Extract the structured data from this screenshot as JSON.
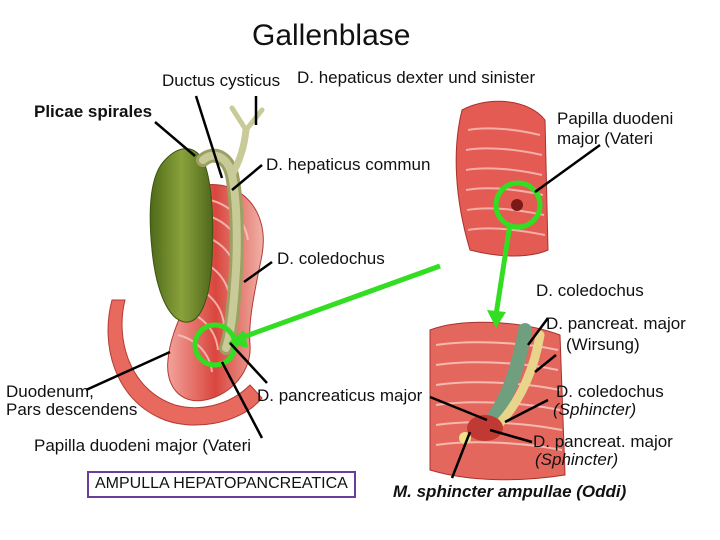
{
  "title": "Gallenblase",
  "labels": {
    "ductus_cysticus": "Ductus cysticus",
    "hepaticus_dexter_sinister": "D. hepaticus dexter und sinister",
    "plicae_spirales": "Plicae spirales",
    "papilla_top_line1": "Papilla duodeni",
    "papilla_top_line2": "major (Vateri",
    "hepaticus_commun": "D. hepaticus commun",
    "coledochus_left": "D. coledochus",
    "coledochus_right": "D. coledochus",
    "pancreat_major_line1": "D. pancreat. major",
    "pancreat_major_line2": "(Wirsung)",
    "duodenum_line1": "Duodenum,",
    "duodenum_line2": "Pars descendens",
    "pancreaticus_major": "D. pancreaticus major",
    "coledochus_sphincter_line1": "D. coledochus",
    "coledochus_sphincter_line2": "(Sphincter)",
    "papilla_bottom": "Papilla duodeni major (Vateri",
    "pancreat_sphincter_line1": "D. pancreat. major",
    "pancreat_sphincter_line2": "(Sphincter)",
    "ampulla": "AMPULLA HEPATOPANCREATICA",
    "oddi": "M. sphincter ampullae (Oddi)"
  },
  "colors": {
    "highlight": "#33dd22",
    "tissue": "#d9463e",
    "gallbladder": "#6f8a2a",
    "duct": "#b9bc86",
    "leader": "#000000",
    "box_border": "#6a3d9a"
  }
}
